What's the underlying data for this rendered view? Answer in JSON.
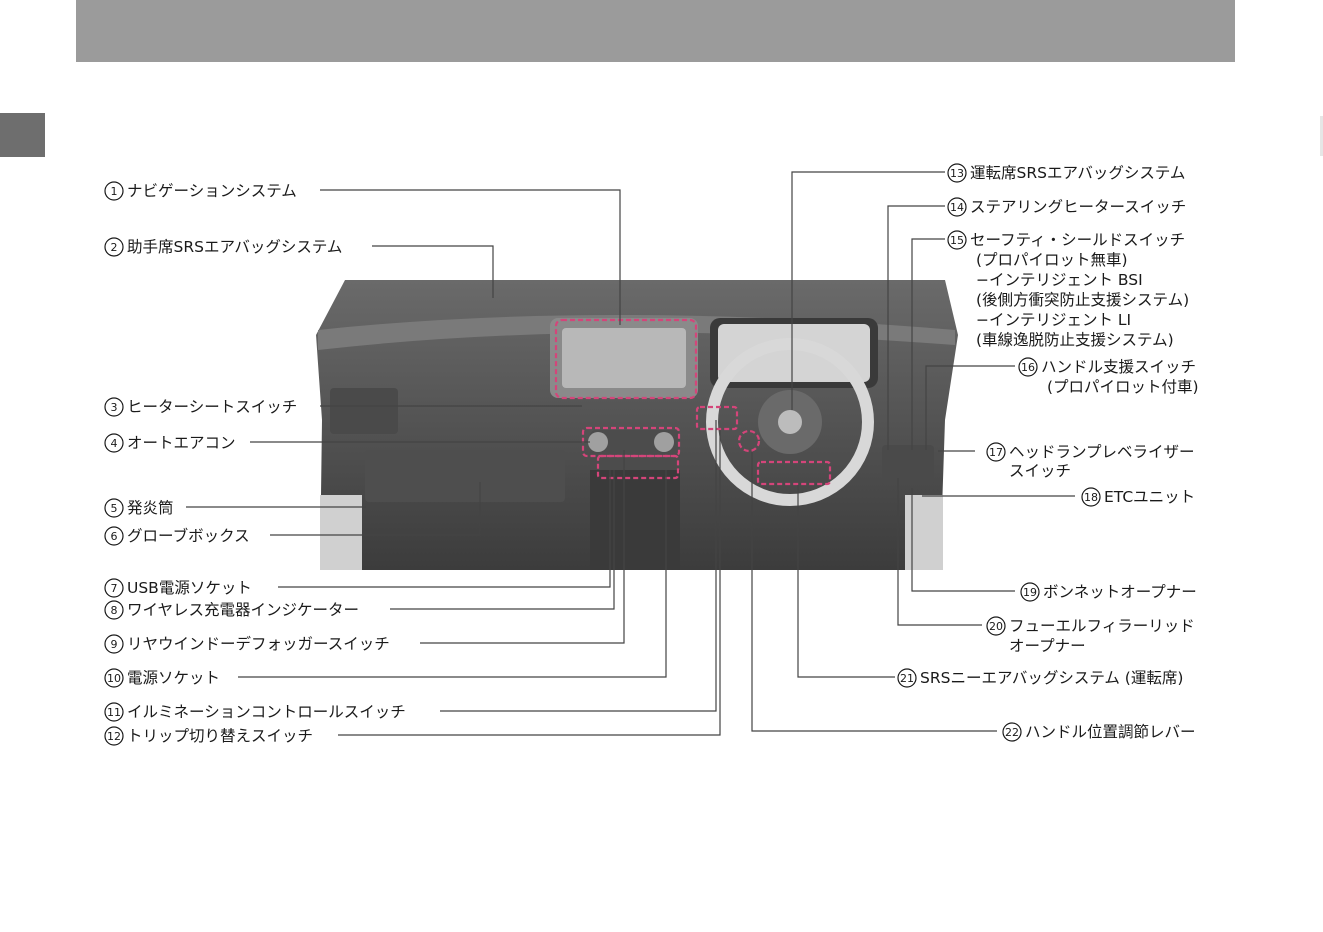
{
  "labels_left": [
    {
      "num": "1",
      "text": "ナビゲーションシステム"
    },
    {
      "num": "2",
      "text": "助手席SRSエアバッグシステム"
    },
    {
      "num": "3",
      "text": "ヒーターシートスイッチ"
    },
    {
      "num": "4",
      "text": "オートエアコン"
    },
    {
      "num": "5",
      "text": "発炎筒"
    },
    {
      "num": "6",
      "text": "グローブボックス"
    },
    {
      "num": "7",
      "text": "USB電源ソケット"
    },
    {
      "num": "8",
      "text": "ワイヤレス充電器インジケーター"
    },
    {
      "num": "9",
      "text": "リヤウインドーデフォッガースイッチ"
    },
    {
      "num": "10",
      "text": "電源ソケット"
    },
    {
      "num": "11",
      "text": "イルミネーションコントロールスイッチ"
    },
    {
      "num": "12",
      "text": "トリップ切り替えスイッチ"
    }
  ],
  "labels_right": [
    {
      "num": "13",
      "text": "運転席SRSエアバッグシステム"
    },
    {
      "num": "14",
      "text": "ステアリングヒータースイッチ"
    },
    {
      "num": "15",
      "text": "セーフティ・シールドスイッチ",
      "lines": [
        "(プロパイロット無車)",
        "−インテリジェント BSI",
        "(後側方衝突防止支援システム)",
        "−インテリジェント LI",
        "(車線逸脱防止支援システム)"
      ]
    },
    {
      "num": "16",
      "text": "ハンドル支援スイッチ",
      "lines": [
        "(プロパイロット付車)"
      ]
    },
    {
      "num": "17",
      "text": "ヘッドランプレベライザー",
      "lines": [
        "スイッチ"
      ]
    },
    {
      "num": "18",
      "text": "ETCユニット"
    },
    {
      "num": "19",
      "text": "ボンネットオープナー"
    },
    {
      "num": "20",
      "text": "フューエルフィラーリッド",
      "lines": [
        "オープナー"
      ]
    },
    {
      "num": "21",
      "text": "SRSニーエアバッグシステム (運転席)"
    },
    {
      "num": "22",
      "text": "ハンドル位置調節レバー"
    }
  ],
  "colors": {
    "header": "#9b9b9b",
    "tab": "#6e6e6e",
    "highlight": "#d4457a",
    "dashboard": "#5a5a5a"
  }
}
